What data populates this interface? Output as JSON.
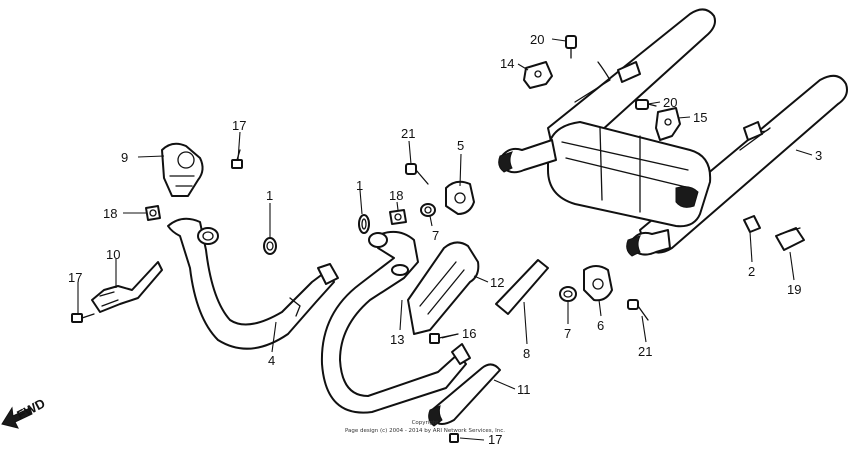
{
  "callouts": {
    "c1a": "1",
    "c1b": "1",
    "c2": "2",
    "c3": "3",
    "c4": "4",
    "c5": "5",
    "c6": "6",
    "c7a": "7",
    "c7b": "7",
    "c8": "8",
    "c9": "9",
    "c10": "10",
    "c11": "11",
    "c12": "12",
    "c13": "13",
    "c14": "14",
    "c15": "15",
    "c16": "16",
    "c17a": "17",
    "c17b": "17",
    "c17c": "17",
    "c18a": "18",
    "c18b": "18",
    "c19": "19",
    "c20a": "20",
    "c20b": "20",
    "c21a": "21",
    "c21b": "21"
  },
  "direction_label": "FWD",
  "copyright": {
    "line1": "Copyright",
    "line2": "Page design (c) 2004 - 2014 by ARI Network Services, Inc."
  }
}
